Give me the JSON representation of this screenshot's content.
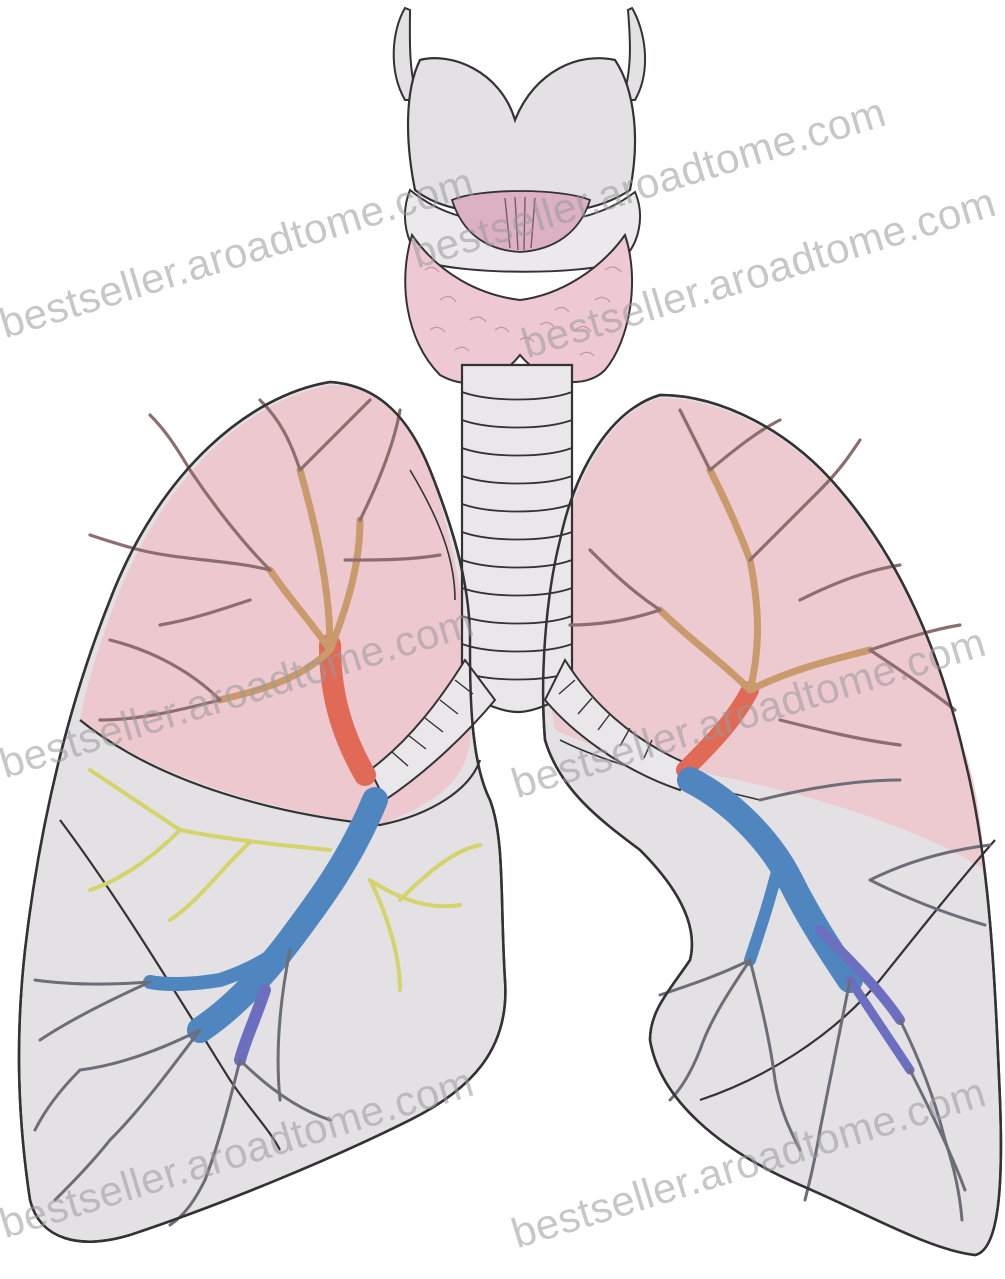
{
  "image": {
    "subject": "anatomical illustration",
    "parts": [
      "larynx",
      "thyroid-gland",
      "trachea",
      "right-lung",
      "left-lung",
      "bronchial-tree"
    ],
    "colors": {
      "lung_fill": "#e3e1e4",
      "upper_lobe_tint": "#efc3cb",
      "outline": "#333333",
      "thyroid": "#eec8d3",
      "airway_red": "#e06a56",
      "airway_orange": "#d9a06a",
      "airway_blue": "#4f86c0",
      "airway_yellow": "#d4d46a",
      "airway_gray": "#6d6d78"
    }
  },
  "watermarks": [
    {
      "text": "bestseller.aroadtome.com"
    },
    {
      "text": "bestseller.aroadtome.com"
    },
    {
      "text": "bestseller.aroadtome.com"
    },
    {
      "text": "bestseller.aroadtome.com"
    },
    {
      "text": "bestseller.aroadtome.com"
    },
    {
      "text": "bestseller.aroadtome.com"
    },
    {
      "text": "bestseller.aroadtome.com"
    }
  ]
}
